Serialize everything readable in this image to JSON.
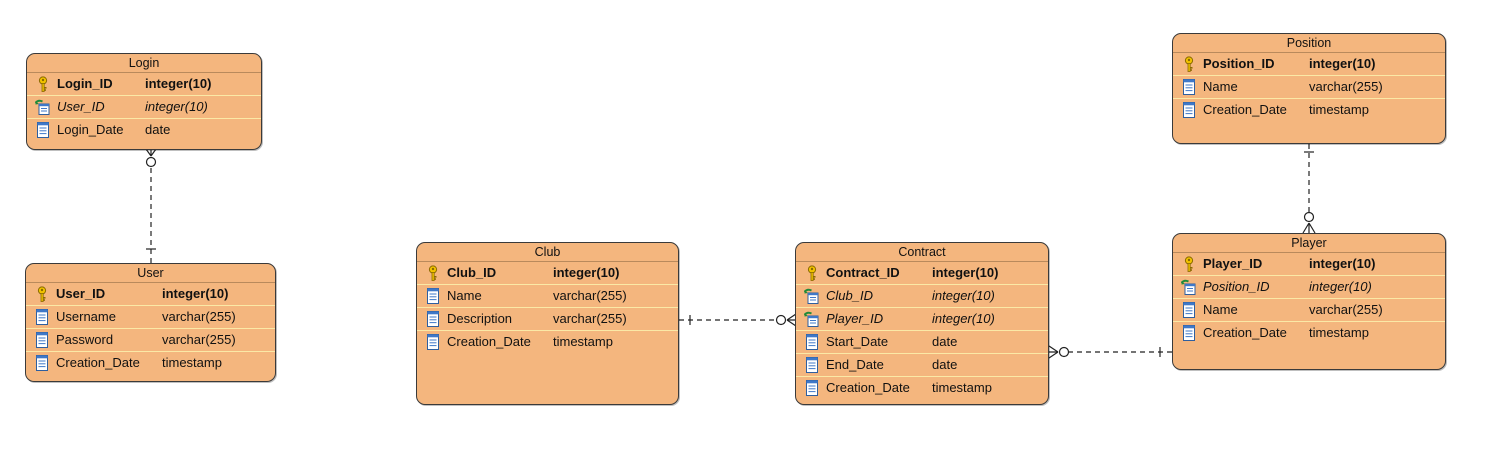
{
  "entities": {
    "login": {
      "title": "Login",
      "columns": [
        {
          "name": "Login_ID",
          "type": "integer(10)",
          "role": "pk"
        },
        {
          "name": "User_ID",
          "type": "integer(10)",
          "role": "fk"
        },
        {
          "name": "Login_Date",
          "type": "date",
          "role": "col"
        }
      ]
    },
    "user": {
      "title": "User",
      "columns": [
        {
          "name": "User_ID",
          "type": "integer(10)",
          "role": "pk"
        },
        {
          "name": "Username",
          "type": "varchar(255)",
          "role": "col"
        },
        {
          "name": "Password",
          "type": "varchar(255)",
          "role": "col"
        },
        {
          "name": "Creation_Date",
          "type": "timestamp",
          "role": "col"
        }
      ]
    },
    "club": {
      "title": "Club",
      "columns": [
        {
          "name": "Club_ID",
          "type": "integer(10)",
          "role": "pk"
        },
        {
          "name": "Name",
          "type": "varchar(255)",
          "role": "col"
        },
        {
          "name": "Description",
          "type": "varchar(255)",
          "role": "col"
        },
        {
          "name": "Creation_Date",
          "type": "timestamp",
          "role": "col"
        }
      ]
    },
    "contract": {
      "title": "Contract",
      "columns": [
        {
          "name": "Contract_ID",
          "type": "integer(10)",
          "role": "pk"
        },
        {
          "name": "Club_ID",
          "type": "integer(10)",
          "role": "fk"
        },
        {
          "name": "Player_ID",
          "type": "integer(10)",
          "role": "fk"
        },
        {
          "name": "Start_Date",
          "type": "date",
          "role": "col"
        },
        {
          "name": "End_Date",
          "type": "date",
          "role": "col"
        },
        {
          "name": "Creation_Date",
          "type": "timestamp",
          "role": "col"
        }
      ]
    },
    "position": {
      "title": "Position",
      "columns": [
        {
          "name": "Position_ID",
          "type": "integer(10)",
          "role": "pk"
        },
        {
          "name": "Name",
          "type": "varchar(255)",
          "role": "col"
        },
        {
          "name": "Creation_Date",
          "type": "timestamp",
          "role": "col"
        }
      ]
    },
    "player": {
      "title": "Player",
      "columns": [
        {
          "name": "Player_ID",
          "type": "integer(10)",
          "role": "pk"
        },
        {
          "name": "Position_ID",
          "type": "integer(10)",
          "role": "fk"
        },
        {
          "name": "Name",
          "type": "varchar(255)",
          "role": "col"
        },
        {
          "name": "Creation_Date",
          "type": "timestamp",
          "role": "col"
        }
      ]
    }
  },
  "relationships": [
    {
      "from": "user",
      "to": "login",
      "from_cardinality": "one",
      "to_cardinality": "zero-or-many"
    },
    {
      "from": "club",
      "to": "contract",
      "from_cardinality": "one",
      "to_cardinality": "zero-or-many"
    },
    {
      "from": "player",
      "to": "contract",
      "from_cardinality": "one",
      "to_cardinality": "zero-or-many"
    },
    {
      "from": "position",
      "to": "player",
      "from_cardinality": "one",
      "to_cardinality": "zero-or-many"
    }
  ],
  "colors": {
    "entity_fill": "#f4b67e",
    "entity_border": "#3a3a3a",
    "row_divider": "#fbe9a6",
    "line": "#222222"
  },
  "icons": {
    "pk": "key-icon",
    "fk": "foreign-key-icon",
    "col": "column-icon"
  }
}
